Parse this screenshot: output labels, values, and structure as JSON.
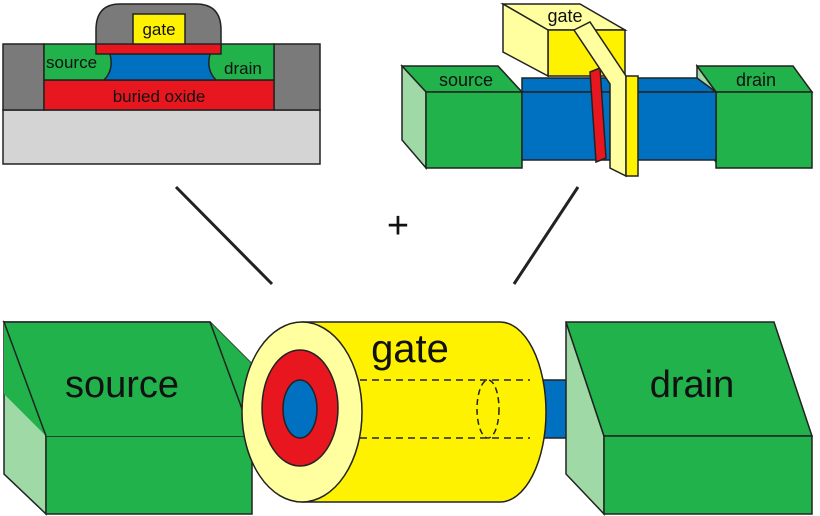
{
  "colors": {
    "green": "#21b24b",
    "green_light": "#9fd9a6",
    "blue": "#0070c0",
    "red": "#e8171f",
    "yellow": "#fff200",
    "yellow_light": "#ffff9f",
    "gray_dark": "#7a7a7a",
    "gray_light": "#d4d4d4",
    "outline": "#222222"
  },
  "soi_panel": {
    "gate_label": "gate",
    "source_label": "source",
    "drain_label": "drain",
    "oxide_label": "buried oxide"
  },
  "finfet_panel": {
    "gate_label": "gate",
    "source_label": "source",
    "drain_label": "drain"
  },
  "combine_symbol": "+",
  "gaa_panel": {
    "gate_label": "gate",
    "source_label": "source",
    "drain_label": "drain"
  }
}
